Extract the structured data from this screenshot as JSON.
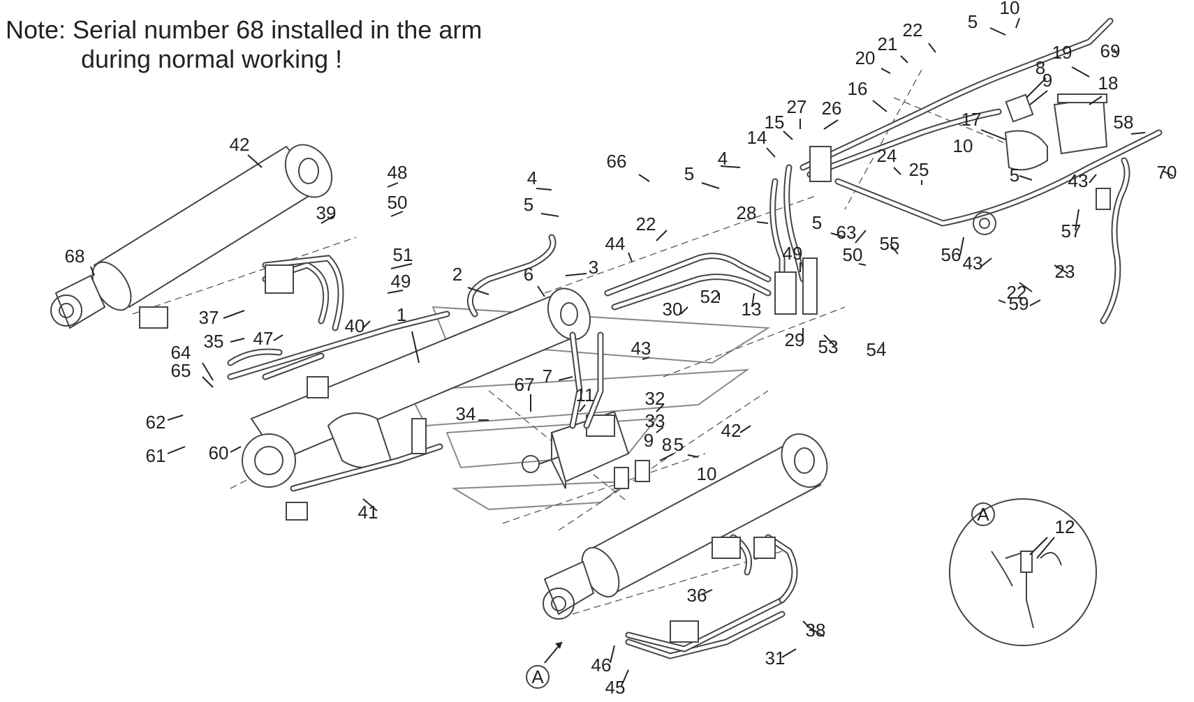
{
  "note": {
    "line1": "Note: Serial number 68 installed in the arm",
    "line2": "during normal working !"
  },
  "callouts": [
    "1",
    "2",
    "3",
    "4",
    "4",
    "5",
    "5",
    "5",
    "5",
    "5",
    "5",
    "6",
    "7",
    "8",
    "8",
    "9",
    "9",
    "10",
    "10",
    "10",
    "11",
    "12",
    "13",
    "14",
    "15",
    "16",
    "17",
    "18",
    "19",
    "20",
    "21",
    "22",
    "22",
    "22",
    "23",
    "24",
    "25",
    "26",
    "27",
    "28",
    "29",
    "30",
    "31",
    "32",
    "33",
    "34",
    "35",
    "36",
    "37",
    "38",
    "39",
    "40",
    "41",
    "42",
    "42",
    "43",
    "43",
    "43",
    "44",
    "45",
    "46",
    "47",
    "48",
    "49",
    "49",
    "50",
    "50",
    "51",
    "52",
    "53",
    "54",
    "55",
    "56",
    "57",
    "58",
    "59",
    "60",
    "61",
    "62",
    "63",
    "64",
    "65",
    "66",
    "67",
    "68",
    "69",
    "70"
  ],
  "detail_view": {
    "marker": "A",
    "view_label": "A",
    "callout": "12"
  }
}
